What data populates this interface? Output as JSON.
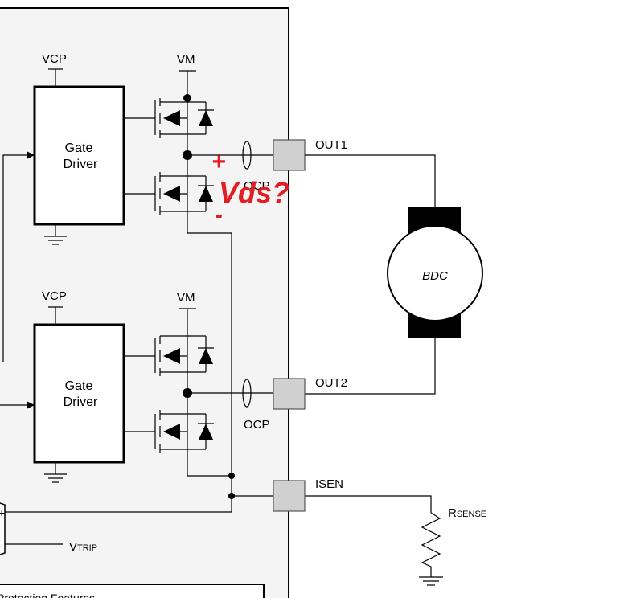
{
  "diagram": {
    "gate_driver_label_line1": "Gate",
    "gate_driver_label_line2": "Driver",
    "vcp_label": "VCP",
    "vm_label": "VM",
    "ocp_label": "OCP",
    "ocp_label_upper": "OCP",
    "out1_label": "OUT1",
    "out2_label": "OUT2",
    "isen_label": "ISEN",
    "motor_label": "BDC",
    "rsense_main": "R",
    "rsense_sub": "SENSE",
    "vtrip_main": "V",
    "vtrip_sub": "TRIP",
    "comparator_plus": "+",
    "comparator_minus": "-",
    "bottom_box_text": "Protection Features"
  },
  "annotation": {
    "text": "Vds?",
    "plus": "+",
    "minus": "-",
    "color": "#e01e24"
  },
  "colors": {
    "chip_fill": "#f4f4f4",
    "pin_fill": "#d0d0d0",
    "line": "#000000"
  }
}
